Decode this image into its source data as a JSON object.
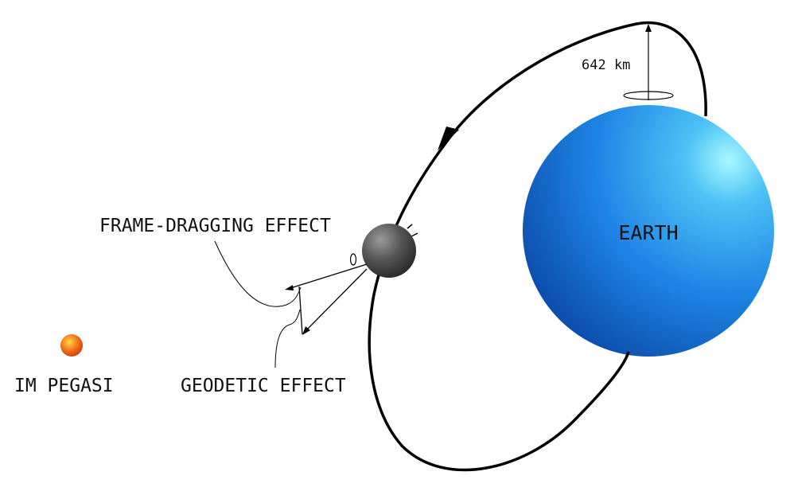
{
  "labels": {
    "earth": "EARTH",
    "orbit_altitude": "642 km",
    "frame_dragging": "FRAME-DRAGGING EFFECT",
    "geodetic": "GEODETIC EFFECT",
    "guide_star": "IM PEGASI"
  },
  "colors": {
    "earth": "#1e7fe0",
    "earth_highlight": "#9ff3ff",
    "satellite": "#3a3a3a",
    "star": "#e83a10",
    "line": "#000000"
  }
}
